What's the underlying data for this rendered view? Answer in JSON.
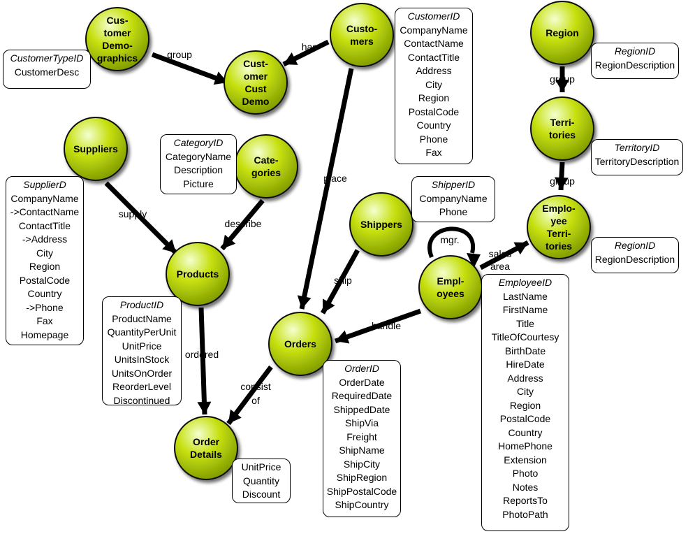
{
  "colors": {
    "node_fill": "#c6e00f",
    "node_highlight": "#f4ffd0",
    "node_stroke": "#111111",
    "edge": "#000000"
  },
  "nodes": {
    "customer_demographics": [
      "Cus-",
      "tomer",
      "Demo-",
      "graphics"
    ],
    "customer_cust_demo": [
      "Cust-",
      "omer",
      "Cust",
      "Demo"
    ],
    "customers": [
      "Custo-",
      "mers"
    ],
    "region": [
      "Region"
    ],
    "territories": [
      "Terri-",
      "tories"
    ],
    "employee_territories": [
      "Emplo-",
      "yee",
      "Terri-",
      "tories"
    ],
    "suppliers": [
      "Suppliers"
    ],
    "categories": [
      "Cate-",
      "gories"
    ],
    "products": [
      "Products"
    ],
    "shippers": [
      "Shippers"
    ],
    "employees": [
      "Empl-",
      "oyees"
    ],
    "orders": [
      "Orders"
    ],
    "order_details": [
      "Order",
      "Details"
    ]
  },
  "edges": {
    "group_demographics": "group",
    "has": "has",
    "group_region": "group",
    "group_territories": "group",
    "supply": "supply",
    "describe": "describe",
    "place": "place",
    "ship": "ship",
    "mgr": "mgr.",
    "sales_area_1": "sales",
    "sales_area_2": "area",
    "handle": "handle",
    "ordered": "ordered",
    "consist_of_1": "consist",
    "consist_of_2": "of"
  },
  "attributes": {
    "customer_demographics": {
      "key": "CustomerTypeID",
      "fields": [
        "CustomerDesc"
      ]
    },
    "customers": {
      "key": "CustomerID",
      "fields": [
        "CompanyName",
        "ContactName",
        "ContactTitle",
        "Address",
        "City",
        "Region",
        "PostalCode",
        "Country",
        "Phone",
        "Fax"
      ]
    },
    "region": {
      "key": "RegionID",
      "fields": [
        "RegionDescription"
      ]
    },
    "territories": {
      "key": "TerritoryID",
      "fields": [
        "TerritoryDescription"
      ]
    },
    "employee_territories": {
      "key": "RegionID",
      "fields": [
        "RegionDescription"
      ]
    },
    "suppliers": {
      "key": "SupplierD",
      "fields": [
        "CompanyName",
        "->ContactName",
        "ContactTitle",
        "->Address",
        "City",
        "Region",
        "PostalCode",
        "Country",
        "->Phone",
        "Fax",
        "Homepage"
      ]
    },
    "categories": {
      "key": "CategoryID",
      "fields": [
        "CategoryName",
        "Description",
        "Picture"
      ]
    },
    "shippers": {
      "key": "ShipperID",
      "fields": [
        "CompanyName",
        "Phone"
      ]
    },
    "products": {
      "key": "ProductID",
      "fields": [
        "ProductName",
        "QuantityPerUnit",
        "UnitPrice",
        "UnitsInStock",
        "UnitsOnOrder",
        "ReorderLevel",
        "Discontinued"
      ]
    },
    "employees": {
      "key": "EmployeeID",
      "fields": [
        "LastName",
        "FirstName",
        "Title",
        "TitleOfCourtesy",
        "BirthDate",
        "HireDate",
        "Address",
        "City",
        "Region",
        "PostalCode",
        "Country",
        "HomePhone",
        "Extension",
        "Photo",
        "Notes",
        "ReportsTo",
        "PhotoPath"
      ]
    },
    "orders": {
      "key": "OrderID",
      "fields": [
        "OrderDate",
        "RequiredDate",
        "ShippedDate",
        "ShipVia",
        "Freight",
        "ShipName",
        "ShipCity",
        "ShipRegion",
        "ShipPostalCode",
        "ShipCountry"
      ]
    },
    "order_details": {
      "key": "",
      "fields": [
        "UnitPrice",
        "Quantity",
        "Discount"
      ]
    }
  }
}
